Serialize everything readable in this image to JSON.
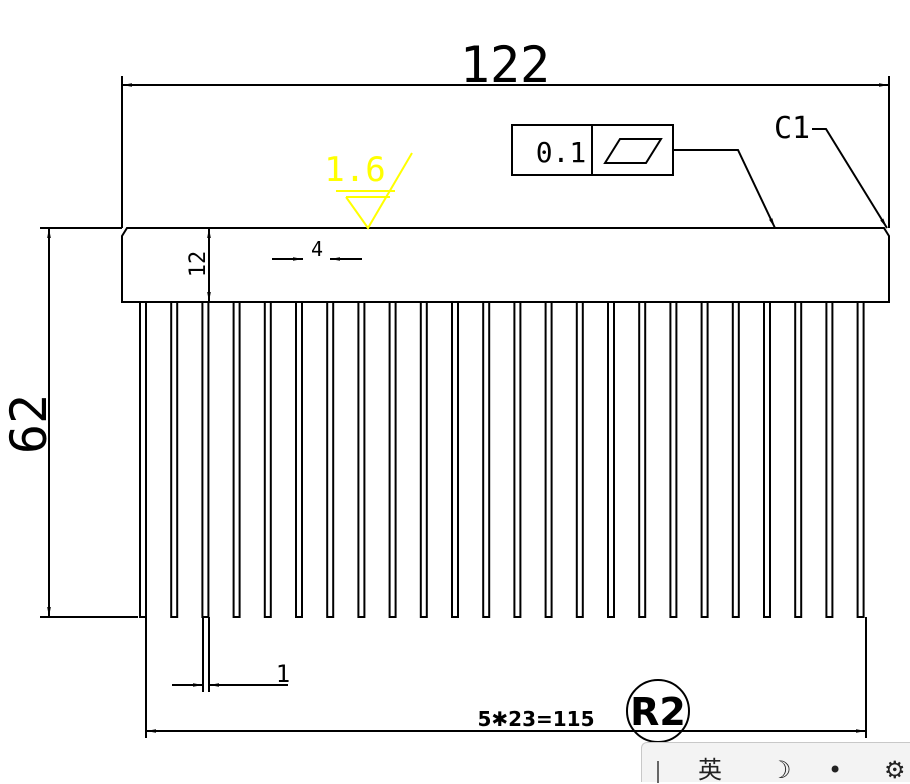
{
  "drawing": {
    "dim_total_width": "122",
    "dim_total_height": "62",
    "dim_base_thickness": "12",
    "dim_fin_gap": "4",
    "dim_fin_thickness": "1",
    "dim_pitch_formula": "5✱23=115",
    "chamfer_label": "C1",
    "roughness_value": "1.6",
    "flatness_tolerance": "0.1",
    "flatness_symbol": "flatness-parallelogram",
    "radius_label": "R2",
    "fin_count": 24,
    "colors": {
      "lines": "#000000",
      "roughness": "#ffff00"
    }
  },
  "ime_toolbar": {
    "mode_label": "英",
    "moon_symbol": "☽",
    "dot_symbol": "•",
    "gear_symbol": "⚙"
  }
}
